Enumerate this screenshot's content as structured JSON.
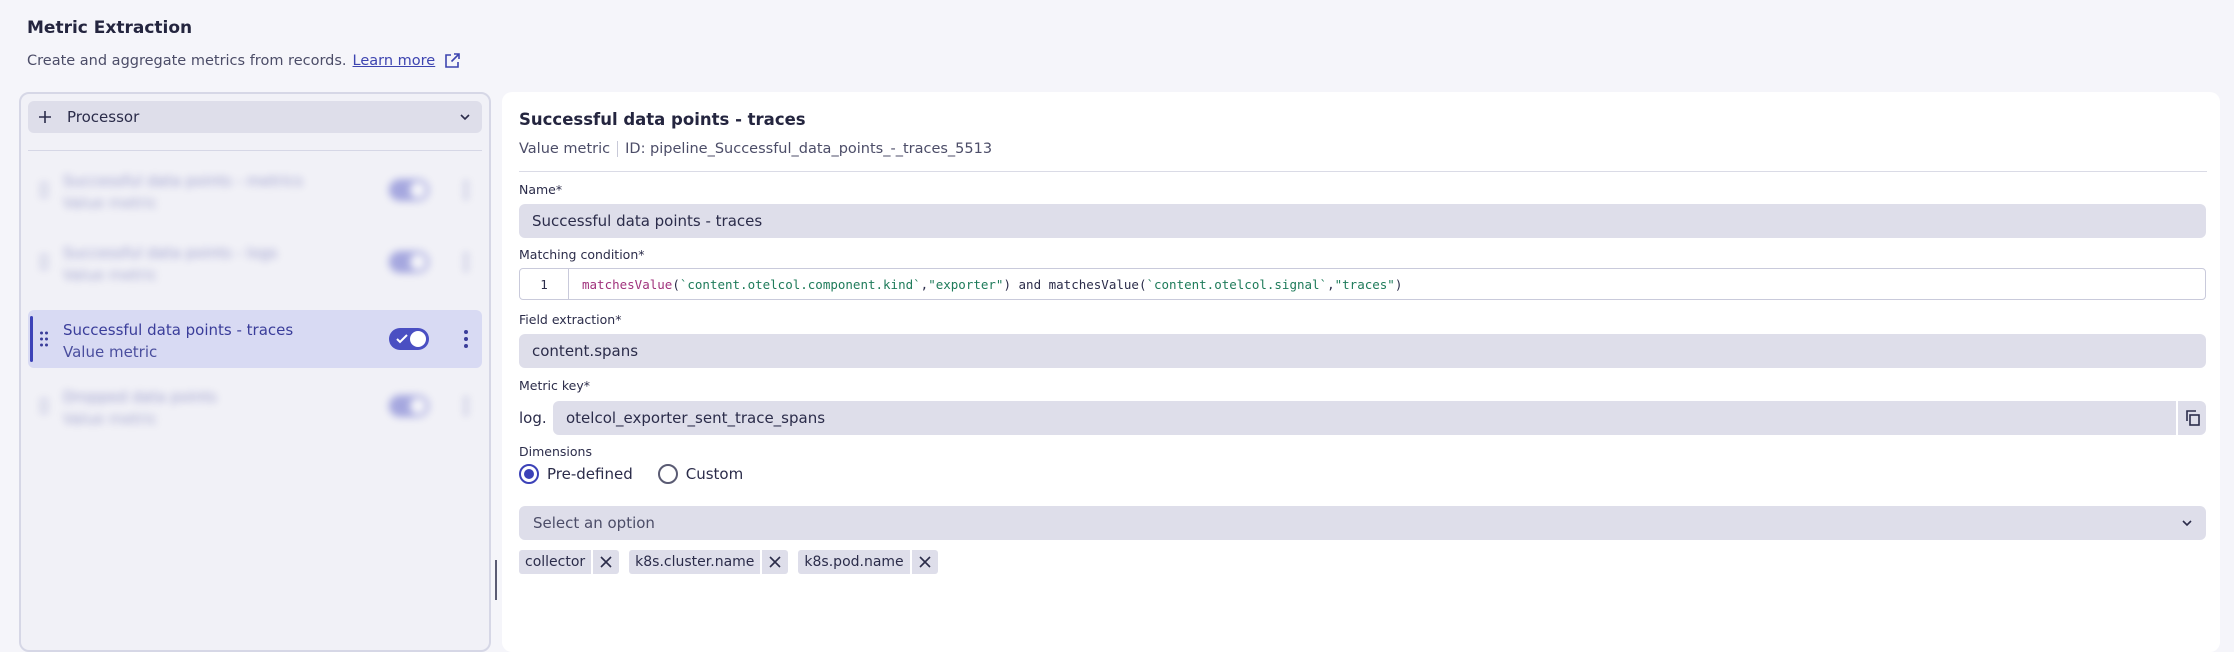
{
  "header": {
    "title": "Metric Extraction",
    "subtitle": "Create and aggregate metrics from records.",
    "learn_more": "Learn more"
  },
  "sidebar": {
    "processor_label": "Processor",
    "items": [
      {
        "name": "Successful data points - metrics",
        "type": "Value metric",
        "enabled": true,
        "selected": false,
        "blurred": true
      },
      {
        "name": "Successful data points - logs",
        "type": "Value metric",
        "enabled": true,
        "selected": false,
        "blurred": true
      },
      {
        "name": "Successful data points - traces",
        "type": "Value metric",
        "enabled": true,
        "selected": true,
        "blurred": false
      },
      {
        "name": "Dropped data points",
        "type": "Value metric",
        "enabled": true,
        "selected": false,
        "blurred": true
      }
    ]
  },
  "detail": {
    "title": "Successful data points - traces",
    "metric_type": "Value metric",
    "id_text": "ID: pipeline_Successful_data_points_-_traces_5513",
    "name_label": "Name*",
    "name_value": "Successful data points - traces",
    "matching_label": "Matching condition*",
    "code_line_number": "1",
    "code": {
      "fn1": "matchesValue",
      "p1": "(",
      "s1": "`content.otelcol.component.kind`",
      "c1": ",",
      "s2": "\"exporter\"",
      "mid": ") and ",
      "fn2": "matchesValue",
      "p2": "(",
      "s3": "`content.otelcol.signal`",
      "c2": ",",
      "s4": "\"traces\"",
      "end": ")"
    },
    "field_label": "Field extraction*",
    "field_value": "content.spans",
    "metric_key_label": "Metric key*",
    "metric_key_prefix": "log.",
    "metric_key_value": "otelcol_exporter_sent_trace_spans",
    "dimensions_label": "Dimensions",
    "radio_predefined": "Pre-defined",
    "radio_custom": "Custom",
    "select_placeholder": "Select an option",
    "tags": [
      "collector",
      "k8s.cluster.name",
      "k8s.pod.name"
    ]
  },
  "colors": {
    "accent": "#3c42b8",
    "toggle": "#4a4fc2",
    "field_bg": "#dedeea",
    "selected_bg": "#d8daf3"
  }
}
